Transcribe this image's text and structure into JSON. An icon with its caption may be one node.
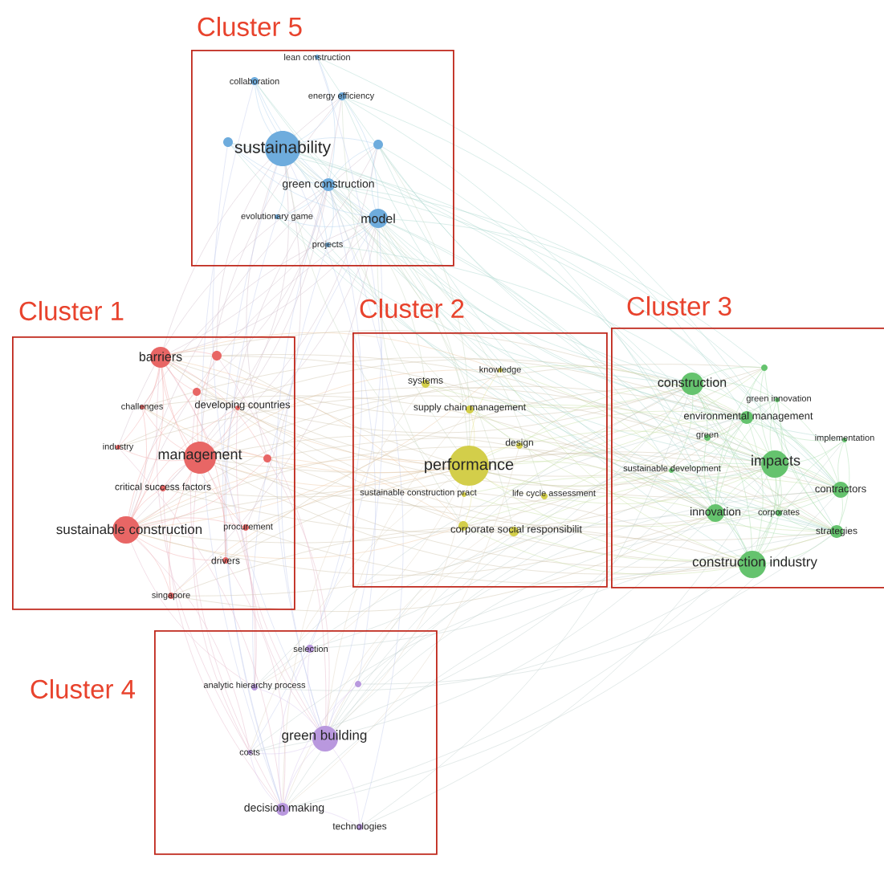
{
  "diagram": {
    "nodes": [
      {
        "text": [
          "Cluster 5"
        ]
      },
      {
        "text": [
          "lean construction"
        ],
        "in": 0
      },
      {
        "text": [
          "collaboration"
        ],
        "in": 0
      },
      {
        "text": [
          "energy efficiency"
        ],
        "in": 0
      },
      {
        "text": [],
        "shape": "circle",
        "in": 0
      },
      {
        "text": [
          "sustainability"
        ],
        "in": 0
      },
      {
        "text": [],
        "shape": "circle",
        "in": 0
      },
      {
        "text": [
          "green construction"
        ],
        "in": 0
      },
      {
        "text": [
          "evolutionary game"
        ],
        "in": 0
      },
      {
        "text": [
          "model"
        ],
        "in": 0
      },
      {
        "text": [
          "projects"
        ],
        "in": 0
      },
      {
        "text": [
          "Cluster 1"
        ]
      },
      {
        "text": [
          "barriers"
        ],
        "in": 11
      },
      {
        "text": [],
        "shape": "circle",
        "in": 11
      },
      {
        "text": [],
        "shape": "circle",
        "in": 11
      },
      {
        "text": [
          "challenges"
        ],
        "in": 11
      },
      {
        "text": [
          "developing countries"
        ],
        "in": 11
      },
      {
        "text": [
          "industry"
        ],
        "in": 11
      },
      {
        "text": [
          "management"
        ],
        "in": 11
      },
      {
        "text": [],
        "shape": "circle",
        "in": 11
      },
      {
        "text": [
          "critical success factors"
        ],
        "in": 11
      },
      {
        "text": [
          "sustainable construction"
        ],
        "in": 11
      },
      {
        "text": [
          "procurement"
        ],
        "in": 11
      },
      {
        "text": [
          "drivers"
        ],
        "in": 11
      },
      {
        "text": [
          "singapore"
        ],
        "in": 11
      },
      {
        "text": [
          "Cluster 2"
        ]
      },
      {
        "text": [
          "systems"
        ],
        "in": 25
      },
      {
        "text": [
          "knowledge"
        ],
        "in": 25
      },
      {
        "text": [
          "supply chain management"
        ],
        "in": 25
      },
      {
        "text": [
          "design"
        ],
        "in": 25
      },
      {
        "text": [
          "performance"
        ],
        "in": 25
      },
      {
        "text": [
          "sustainable construction pract"
        ],
        "in": 25
      },
      {
        "text": [
          "life cycle assessment"
        ],
        "in": 25
      },
      {
        "text": [],
        "shape": "circle",
        "in": 25
      },
      {
        "text": [
          "corporate social responsibilit"
        ],
        "in": 25
      },
      {
        "text": [
          "Cluster 3"
        ]
      },
      {
        "text": [],
        "shape": "circle",
        "in": 35
      },
      {
        "text": [
          "construction"
        ],
        "in": 35
      },
      {
        "text": [
          "green innovation"
        ],
        "in": 35
      },
      {
        "text": [
          "environmental management"
        ],
        "in": 35
      },
      {
        "text": [
          "green"
        ],
        "in": 35
      },
      {
        "text": [
          "implementation"
        ],
        "in": 35
      },
      {
        "text": [
          "sustainable development"
        ],
        "in": 35
      },
      {
        "text": [
          "impacts"
        ],
        "in": 35
      },
      {
        "text": [
          "contractors"
        ],
        "in": 35
      },
      {
        "text": [
          "innovation"
        ],
        "in": 35
      },
      {
        "text": [
          "corporates"
        ],
        "in": 35
      },
      {
        "text": [
          "strategies"
        ],
        "in": 35
      },
      {
        "text": [
          "construction industry"
        ],
        "in": 35
      },
      {
        "text": [
          "Cluster 4"
        ]
      },
      {
        "text": [
          "selection"
        ],
        "in": 49
      },
      {
        "text": [
          "analytic hierarchy process"
        ],
        "in": 49
      },
      {
        "text": [],
        "shape": "circle",
        "in": 49
      },
      {
        "text": [
          "green building"
        ],
        "in": 49
      },
      {
        "text": [
          "costs"
        ],
        "in": 49
      },
      {
        "text": [
          "decision making"
        ],
        "in": 49
      },
      {
        "text": [
          "technologies"
        ],
        "in": 49
      }
    ]
  }
}
